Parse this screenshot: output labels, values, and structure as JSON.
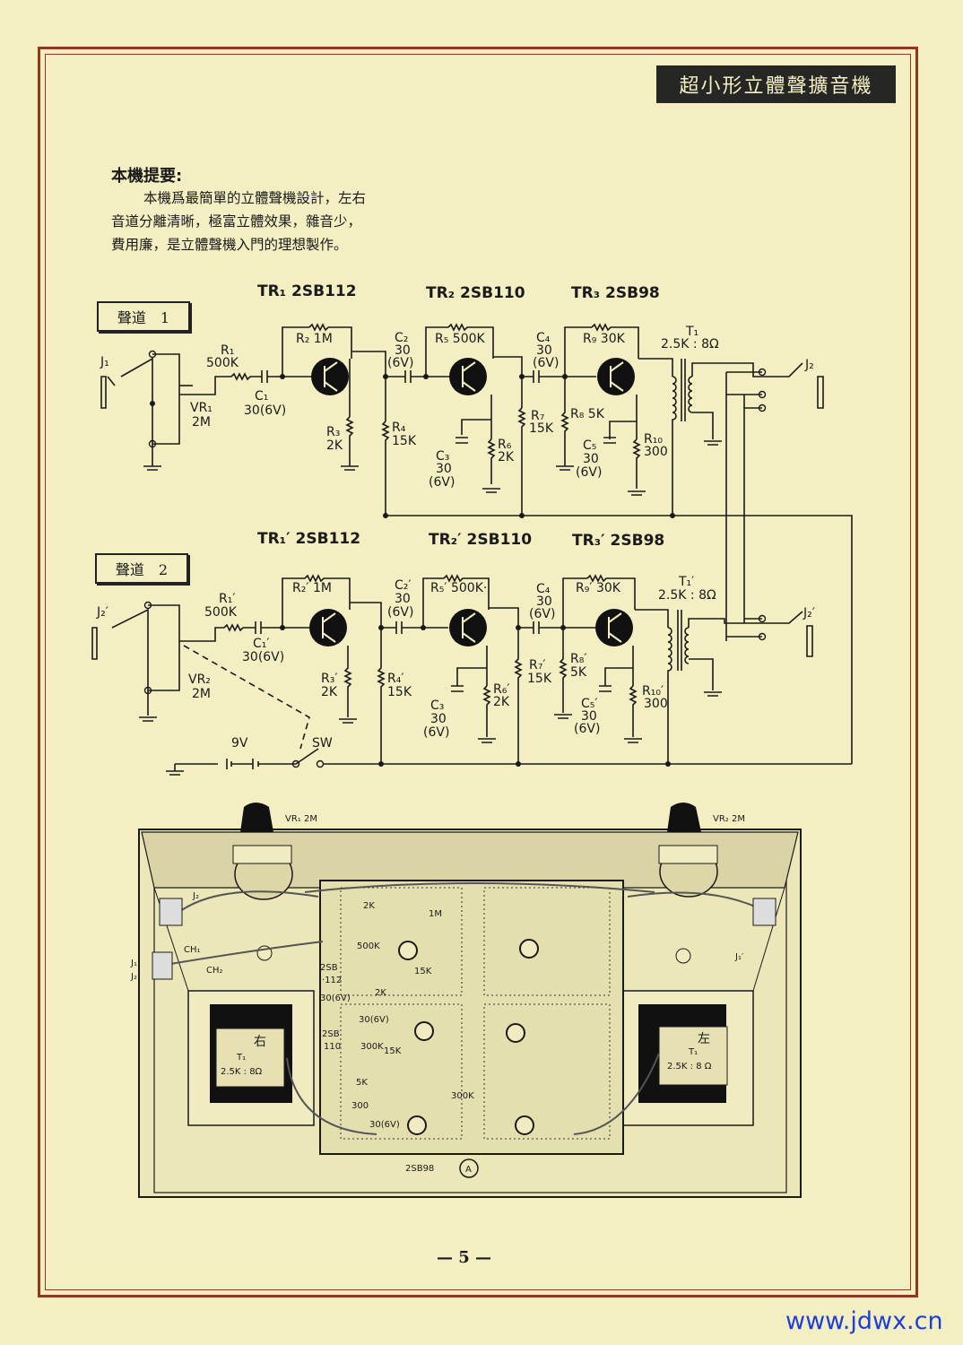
{
  "header": {
    "title": "超小形立體聲擴音機"
  },
  "summary": {
    "heading": "本機提要:",
    "lines": [
      "本機爲最簡單的立體聲機設計，左右",
      "音道分離清晰，極富立體效果，雜音少，",
      "費用廉，是立體聲機入門的理想製作。"
    ]
  },
  "schematic": {
    "channel1": {
      "name": "聲道　1",
      "transistors": [
        "TR₁ 2SB112",
        "TR₂ 2SB110",
        "TR₃ 2SB98"
      ],
      "labels": {
        "J1": "J₁",
        "R1": "R₁",
        "R1v": "500K",
        "C1": "C₁",
        "C1v": "30(6V)",
        "VR1": "VR₁",
        "VR1v": "2M",
        "R2": "R₂ 1M",
        "R3": "R₃",
        "R3v": "2K",
        "R4": "R₄",
        "R4v": "15K",
        "C2": "C₂",
        "C2a": "30",
        "C2b": "(6V)",
        "R5": "R₅ 500K",
        "C3": "C₃",
        "C3a": "30",
        "C3b": "(6V)",
        "R6": "R₆",
        "R6v": "2K",
        "C4": "C₄",
        "C4a": "30",
        "C4b": "(6V)",
        "R9": "R₉ 30K",
        "R7": "R₇",
        "R7v": "15K",
        "R8": "R₈ 5K",
        "C5": "C₅",
        "C5a": "30",
        "C5b": "(6V)",
        "R10": "R₁₀",
        "R10v": "300",
        "T1": "T₁",
        "T1v": "2.5K : 8Ω",
        "J2": "J₂"
      }
    },
    "channel2": {
      "name": "聲道　2",
      "transistors": [
        "TR₁′ 2SB112",
        "TR₂′ 2SB110",
        "TR₃′ 2SB98"
      ],
      "labels": {
        "J2p": "J₂′",
        "R1": "R₁′",
        "R1v": "500K",
        "C1": "C₁′",
        "C1v": "30(6V)",
        "VR2": "VR₂",
        "VR2v": "2M",
        "R2": "R₂′ 1M",
        "R3": "R₃′",
        "R3v": "2K",
        "R4": "R₄′",
        "R4v": "15K",
        "C2": "C₂′",
        "C2a": "30",
        "C2b": "(6V)",
        "R5": "R₅′ 500K·",
        "C3": "C₃",
        "C3a": "30",
        "C3b": "(6V)",
        "R6": "R₆′",
        "R6v": "2K",
        "C4": "C₄",
        "C4a": "30",
        "C4b": "(6V)",
        "R9": "R₉′ 30K",
        "R7": "R₇′",
        "R7v": "15K",
        "R8": "R₈′",
        "R8v": "5K",
        "C5": "C₅′",
        "C5a": "30",
        "C5b": "(6V)",
        "R10": "R₁₀′",
        "R10v": "300",
        "T1": "T₁′",
        "T1v": "2.5K : 8Ω",
        "J2": "J₂′"
      }
    },
    "power": {
      "battery": "9V",
      "switch": "SW"
    }
  },
  "chassis": {
    "vr1": "VR₁ 2M",
    "vr2": "VR₂ 2M",
    "j2": "J₂",
    "j1": "J₁",
    "j2b": "J₂",
    "j1r": "J₁′",
    "ch1": "CH₁",
    "ch2": "CH₂",
    "right_label": "右",
    "left_label": "左",
    "t_right": "T₁",
    "t_right_v": "2.5K : 8Ω",
    "t_left": "T₁",
    "t_left_v": "2.5K : 8 Ω",
    "board_labels": [
      "2K",
      "1M",
      "500K",
      "2SB",
      "·112",
      "15K",
      "2K",
      "30(6V)",
      "30(6V)",
      "2SB",
      "110",
      "300K",
      "15K",
      "5K",
      "300",
      "30(6V)",
      "300K",
      "2SB98"
    ],
    "mark": "A"
  },
  "footer": {
    "page_number": "— 5 —",
    "watermark": "www.jdwx.cn"
  }
}
